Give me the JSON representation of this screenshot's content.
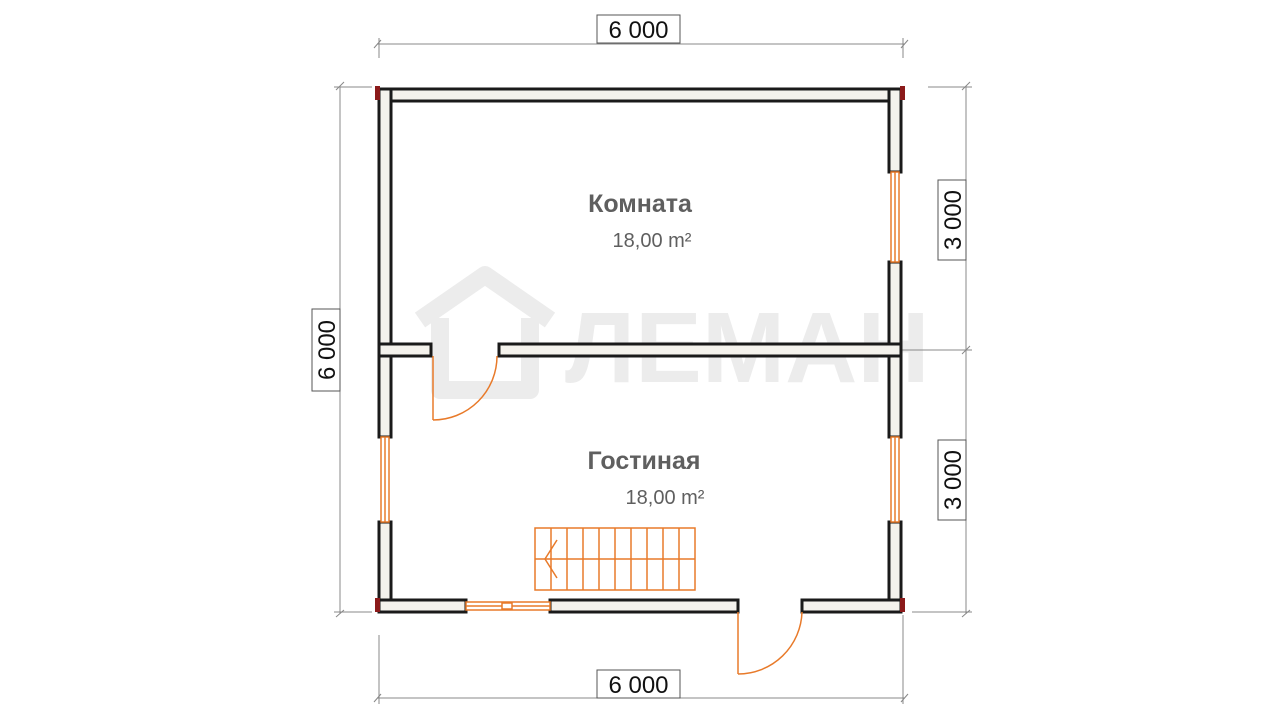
{
  "watermark": {
    "text": "ЛЕМАН",
    "icon": "house-logo"
  },
  "dimensions": {
    "top": "6 000",
    "bottom": "6 000",
    "left": "6 000",
    "right_upper": "3 000",
    "right_lower": "3 000"
  },
  "rooms": [
    {
      "name": "Комната",
      "area": "18,00 m²"
    },
    {
      "name": "Гостиная",
      "area": "18,00 m²"
    }
  ],
  "colors": {
    "wall": "#1a1a1a",
    "wall_fill": "#f4f2ec",
    "accent": "#e87a2a",
    "corner": "#8b1a1a",
    "dim_line": "#888888"
  }
}
